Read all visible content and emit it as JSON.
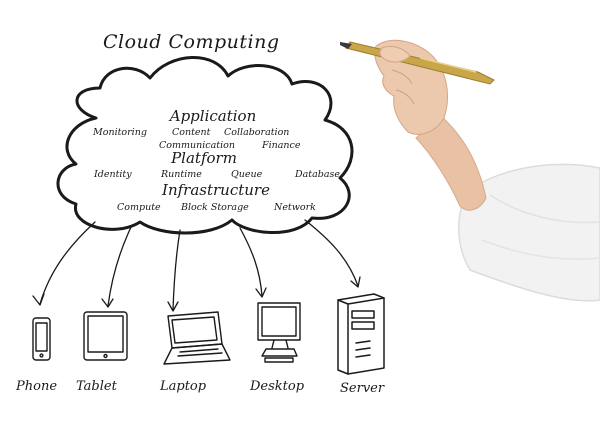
{
  "title": "Cloud Computing",
  "cloud": {
    "layers": [
      {
        "heading": "Application",
        "items": [
          "Monitoring",
          "Content",
          "Collaboration",
          "Communication",
          "Finance"
        ]
      },
      {
        "heading": "Platform",
        "items": [
          "Identity",
          "Runtime",
          "Queue",
          "Database"
        ]
      },
      {
        "heading": "Infrastructure",
        "items": [
          "Compute",
          "Block Storage",
          "Network"
        ]
      }
    ]
  },
  "devices": [
    {
      "label": "Phone",
      "icon": "phone-icon"
    },
    {
      "label": "Tablet",
      "icon": "tablet-icon"
    },
    {
      "label": "Laptop",
      "icon": "laptop-icon"
    },
    {
      "label": "Desktop",
      "icon": "desktop-icon"
    },
    {
      "label": "Server",
      "icon": "server-icon"
    }
  ],
  "colors": {
    "ink": "#1a1a1a",
    "pen_gold": "#c9a64a",
    "sleeve": "#f2f2f2",
    "skin": "#e9c2a6",
    "background": "#ffffff"
  }
}
